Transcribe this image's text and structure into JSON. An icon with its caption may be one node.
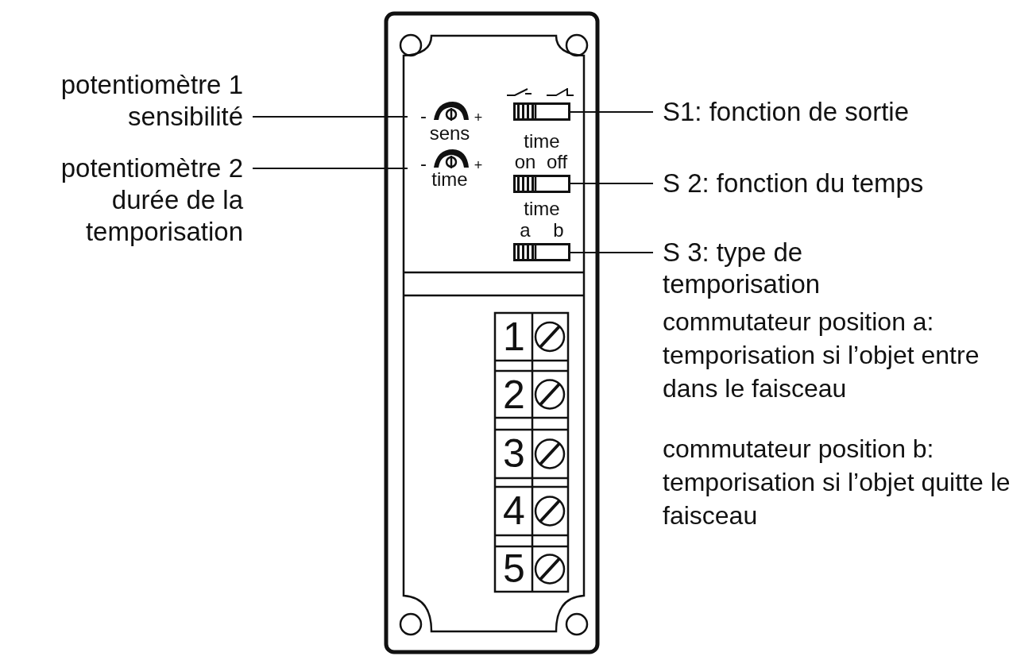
{
  "diagram": {
    "nodes": [
      {
        "text": [
          "potentiomètre 1 sensibilité"
        ]
      },
      {
        "text": [
          "potentiomètre 2 durée de la temporisation"
        ]
      },
      {
        "text": [],
        "shape": "switch"
      },
      {
        "text": [],
        "shape": "switch"
      },
      {
        "text": [],
        "shape": "switch"
      },
      {
        "text": [
          "S1: fonction de sortie"
        ]
      },
      {
        "text": [
          "S 2: fonction du temps"
        ]
      },
      {
        "text": [
          "S 3: type de temporisation"
        ]
      }
    ],
    "edges": [
      {
        "from": 0,
        "to": null,
        "arrow": "none"
      },
      {
        "from": 1,
        "to": null,
        "arrow": "none"
      },
      {
        "from": 2,
        "to": 5,
        "arrow": "none"
      },
      {
        "from": 3,
        "to": 6,
        "arrow": "none"
      },
      {
        "from": 4,
        "to": 7,
        "arrow": "none"
      }
    ],
    "labels": [
      "-",
      "+",
      "sens",
      "time",
      "-",
      "+",
      "time",
      "on",
      "off",
      "time",
      "a",
      "b",
      "1",
      "2",
      "3",
      "4",
      "5",
      "commutateur position a: temporisation si l’objet entre dans le faisceau",
      "commutateur position b: temporisation si l’objet quitte le faisceau"
    ]
  }
}
